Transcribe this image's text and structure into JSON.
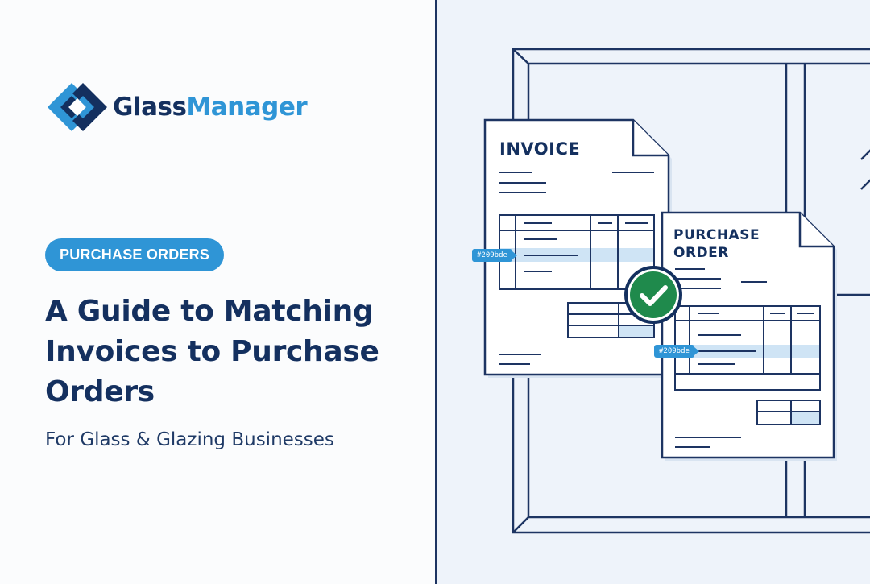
{
  "brand": {
    "name_part1": "Glass",
    "name_part2": "Manager"
  },
  "category": "PURCHASE ORDERS",
  "headline": "A Guide to Matching Invoices to Purchase Orders",
  "subtitle": "For Glass & Glazing Businesses",
  "illustration": {
    "invoice": {
      "title": "INVOICE",
      "ref_tag": "#209bde"
    },
    "purchase_order": {
      "title_line1": "PURCHASE",
      "title_line2": "ORDER",
      "ref_tag": "#209bde"
    },
    "match_icon": "check-circle-icon"
  },
  "colors": {
    "navy": "#14305f",
    "brand_blue": "#2f95d6",
    "highlight_blue": "#cfe4f5",
    "match_green": "#1f8a4c",
    "illustration_bg": "#eef3fa"
  }
}
